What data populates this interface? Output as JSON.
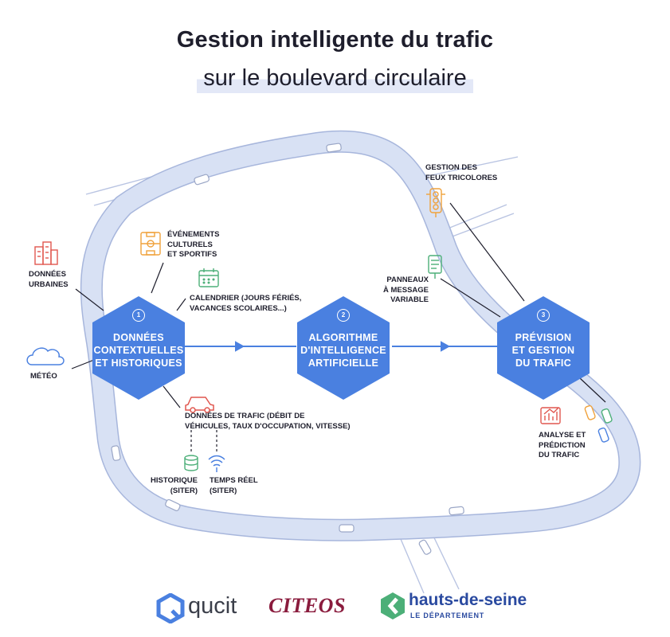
{
  "title": {
    "line1": "Gestion intelligente du trafic",
    "line2": "sur le boulevard circulaire"
  },
  "colors": {
    "road": "#d8e1f4",
    "road_edge": "#a7b6dc",
    "hexagon": "#4a80e0",
    "arrow": "#4a80e0",
    "text_dark": "#1e1e2c",
    "icon_red": "#e0574f",
    "icon_orange": "#f0a23c",
    "icon_green": "#4caf78",
    "icon_blue": "#4a80e0"
  },
  "hexagons": [
    {
      "number": "1",
      "line1": "DONNÉES",
      "line2": "CONTEXTUELLES",
      "line3": "ET HISTORIQUES"
    },
    {
      "number": "2",
      "line1": "ALGORITHME",
      "line2": "D'INTELLIGENCE",
      "line3": "ARTIFICIELLE"
    },
    {
      "number": "3",
      "line1": "PRÉVISION",
      "line2": "ET GESTION",
      "line3": "DU TRAFIC"
    }
  ],
  "labels": {
    "donnees_urbaines": {
      "line1": "DONNÉES",
      "line2": "URBAINES",
      "icon": "buildings-icon"
    },
    "evenements": {
      "line1": "ÉVÉNEMENTS",
      "line2": "CULTURELS",
      "line3": "ET SPORTIFS",
      "icon": "stadium-icon"
    },
    "calendrier": {
      "line1": "CALENDRIER (JOURS FÉRIÉS,",
      "line2": "VACANCES SCOLAIRES...)",
      "icon": "calendar-icon"
    },
    "meteo": {
      "line1": "MÉTÉO",
      "icon": "cloud-icon"
    },
    "donnees_trafic": {
      "line1": "DONNÉES DE TRAFIC (DÉBIT DE",
      "line2": "VÉHICULES, TAUX D'OCCUPATION, VITESSE)",
      "icon": "car-icon"
    },
    "historique": {
      "line1": "HISTORIQUE",
      "line2": "(SITER)",
      "icon": "database-icon"
    },
    "temps_reel": {
      "line1": "TEMPS RÉEL",
      "line2": "(SITER)",
      "icon": "wifi-signal-icon"
    },
    "feux": {
      "line1": "GESTION DES",
      "line2": "FEUX TRICOLORES",
      "icon": "traffic-light-icon"
    },
    "panneaux": {
      "line1": "PANNEAUX",
      "line2": "À MESSAGE",
      "line3": "VARIABLE",
      "icon": "message-sign-icon"
    },
    "analyse": {
      "line1": "ANALYSE ET",
      "line2": "PRÉDICTION",
      "line3": "DU TRAFIC",
      "icon": "analytics-chart-icon"
    }
  },
  "logos": {
    "qucit": "qucit",
    "citeos": "CITEOS",
    "hauts_de_seine": "hauts-de-seine",
    "hauts_de_seine_sub": "LE DÉPARTEMENT"
  }
}
